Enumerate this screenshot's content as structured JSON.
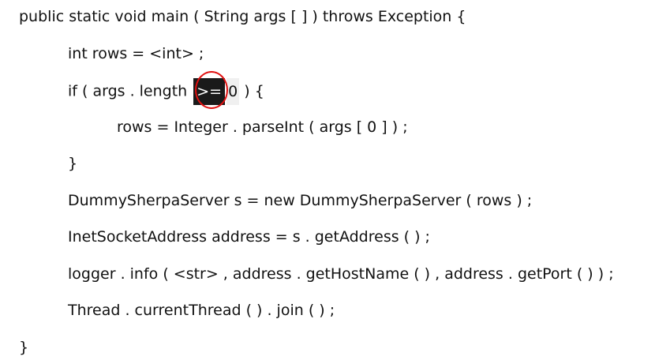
{
  "code": {
    "line1": "public static void main ( String args [ ] ) throws Exception {",
    "line2": "int rows = <int> ;",
    "line3_before": "if ( args . length ",
    "line3_token": ">=",
    "line3_next": "0",
    "line3_after": " ) {",
    "line4": "rows = Integer . parseInt ( args [ 0 ] ) ;",
    "line5": "}",
    "line6": "DummySherpaServer s = new DummySherpaServer ( rows ) ;",
    "line7": "InetSocketAddress address = s . getAddress ( ) ;",
    "line8": "logger . info ( <str> , address . getHostName ( ) , address . getPort ( ) ) ;",
    "line9": "Thread . currentThread ( ) . join ( ) ;",
    "line10": "}"
  },
  "colors": {
    "highlight_bg": "#1a1a1a",
    "annotation": "#e01010"
  }
}
